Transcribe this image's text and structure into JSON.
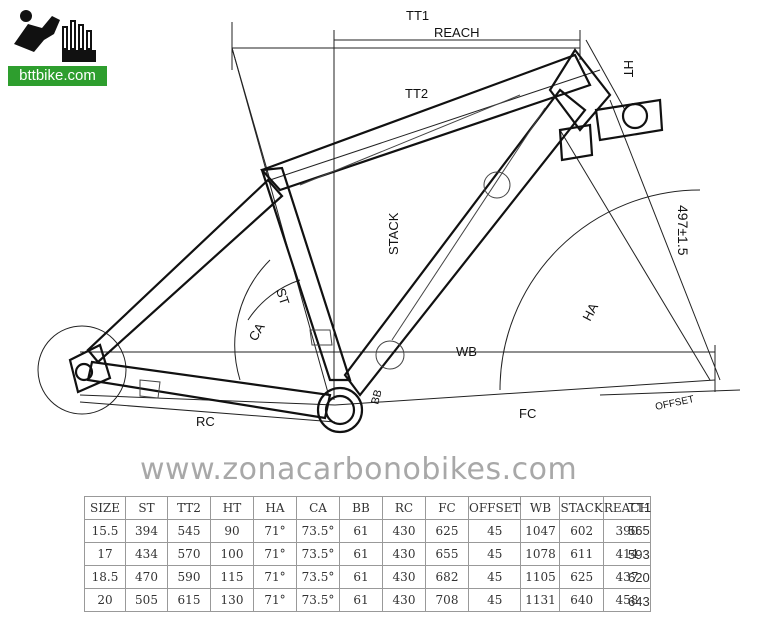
{
  "brand": {
    "site": "bttbike.com",
    "watermark": "www.zonacarbonobikes.com"
  },
  "labels": {
    "tt1": "TT1",
    "reach": "REACH",
    "tt2": "TT2",
    "ht": "HT",
    "stack": "STACK",
    "st": "ST",
    "ca": "CA",
    "ha": "HA",
    "wb": "WB",
    "bb": "BB",
    "rc": "RC",
    "fc": "FC",
    "offset": "OFFSET",
    "fork_length": "497±1.5"
  },
  "table": {
    "headers": [
      "SIZE",
      "ST",
      "TT2",
      "HT",
      "HA",
      "CA",
      "BB",
      "RC",
      "FC",
      "OFFSET",
      "WB",
      "STACK",
      "REACH"
    ],
    "rows": [
      [
        "15.5",
        "394",
        "545",
        "90",
        "71°",
        "73.5°",
        "61",
        "430",
        "625",
        "45",
        "1047",
        "602",
        "390"
      ],
      [
        "17",
        "434",
        "570",
        "100",
        "71°",
        "73.5°",
        "61",
        "430",
        "655",
        "45",
        "1078",
        "611",
        "414"
      ],
      [
        "18.5",
        "470",
        "590",
        "115",
        "71°",
        "73.5°",
        "61",
        "430",
        "682",
        "45",
        "1105",
        "625",
        "437"
      ],
      [
        "20",
        "505",
        "615",
        "130",
        "71°",
        "73.5°",
        "61",
        "430",
        "708",
        "45",
        "1131",
        "640",
        "458"
      ]
    ],
    "tt1_header": "TT1",
    "tt1_values": [
      "565",
      "593",
      "620",
      "643"
    ]
  }
}
